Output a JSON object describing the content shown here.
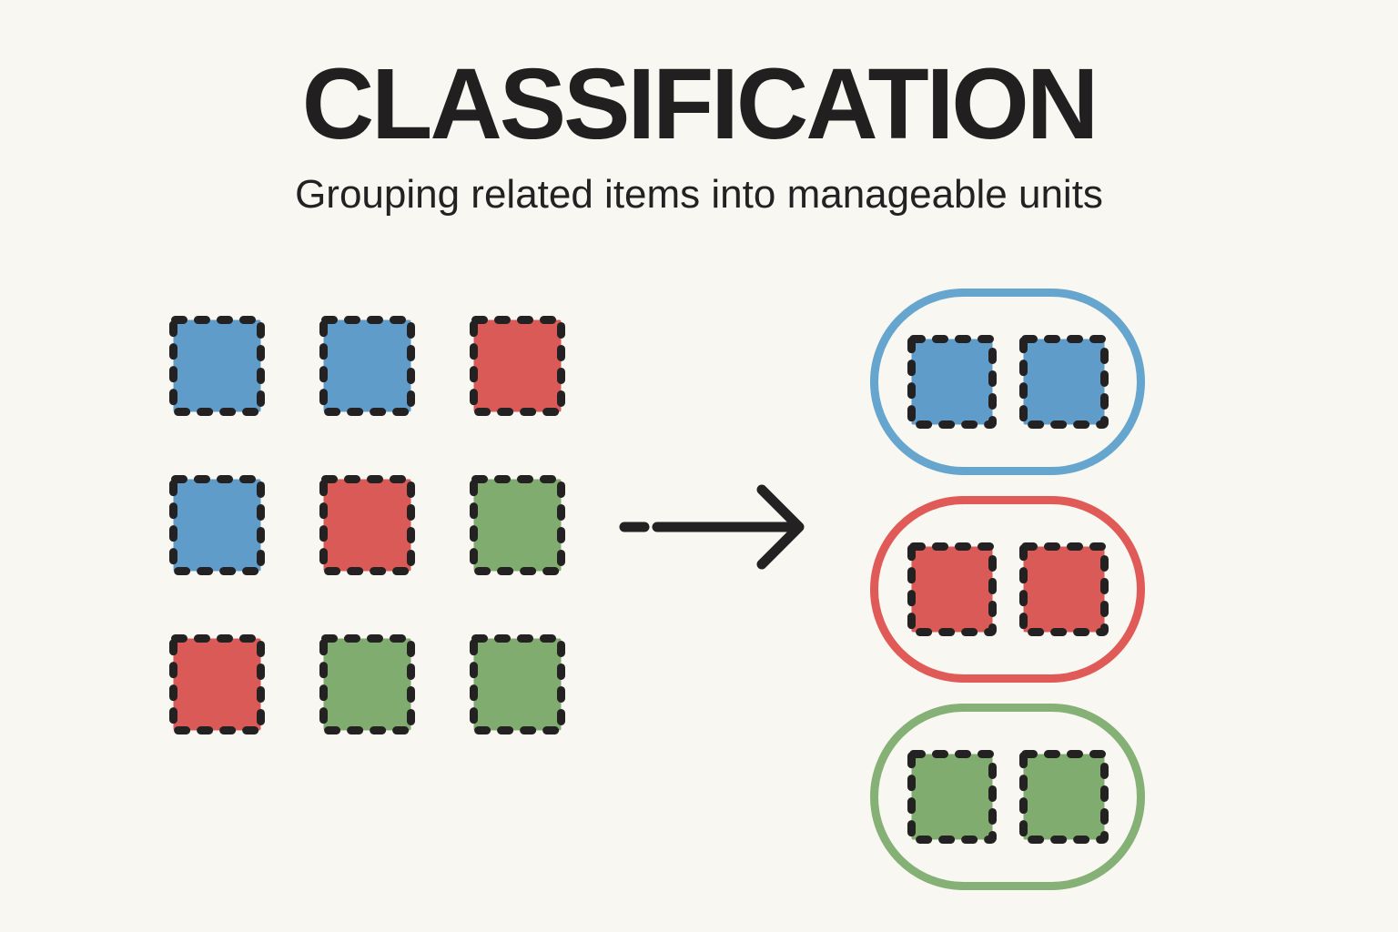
{
  "title": "CLASSIFICATION",
  "subtitle": "Grouping related items into manageable units",
  "palette": {
    "background": "#F8F7F1",
    "text": "#211F20",
    "dash": "#232122",
    "arrow": "#232122",
    "blue": "#5F9CC9",
    "red": "#DA5A57",
    "green": "#80AC70",
    "blue_outline": "#66A5CE",
    "red_outline": "#E05B57",
    "green_outline": "#85B176"
  },
  "unsorted_grid": {
    "rows": 3,
    "cols": 3,
    "cells": [
      "blue",
      "blue",
      "red",
      "blue",
      "red",
      "green",
      "red",
      "green",
      "green"
    ]
  },
  "arrow": {
    "direction": "right"
  },
  "groups": [
    {
      "color": "blue",
      "items": [
        "blue",
        "blue"
      ]
    },
    {
      "color": "red",
      "items": [
        "red",
        "red"
      ]
    },
    {
      "color": "green",
      "items": [
        "green",
        "green"
      ]
    }
  ]
}
